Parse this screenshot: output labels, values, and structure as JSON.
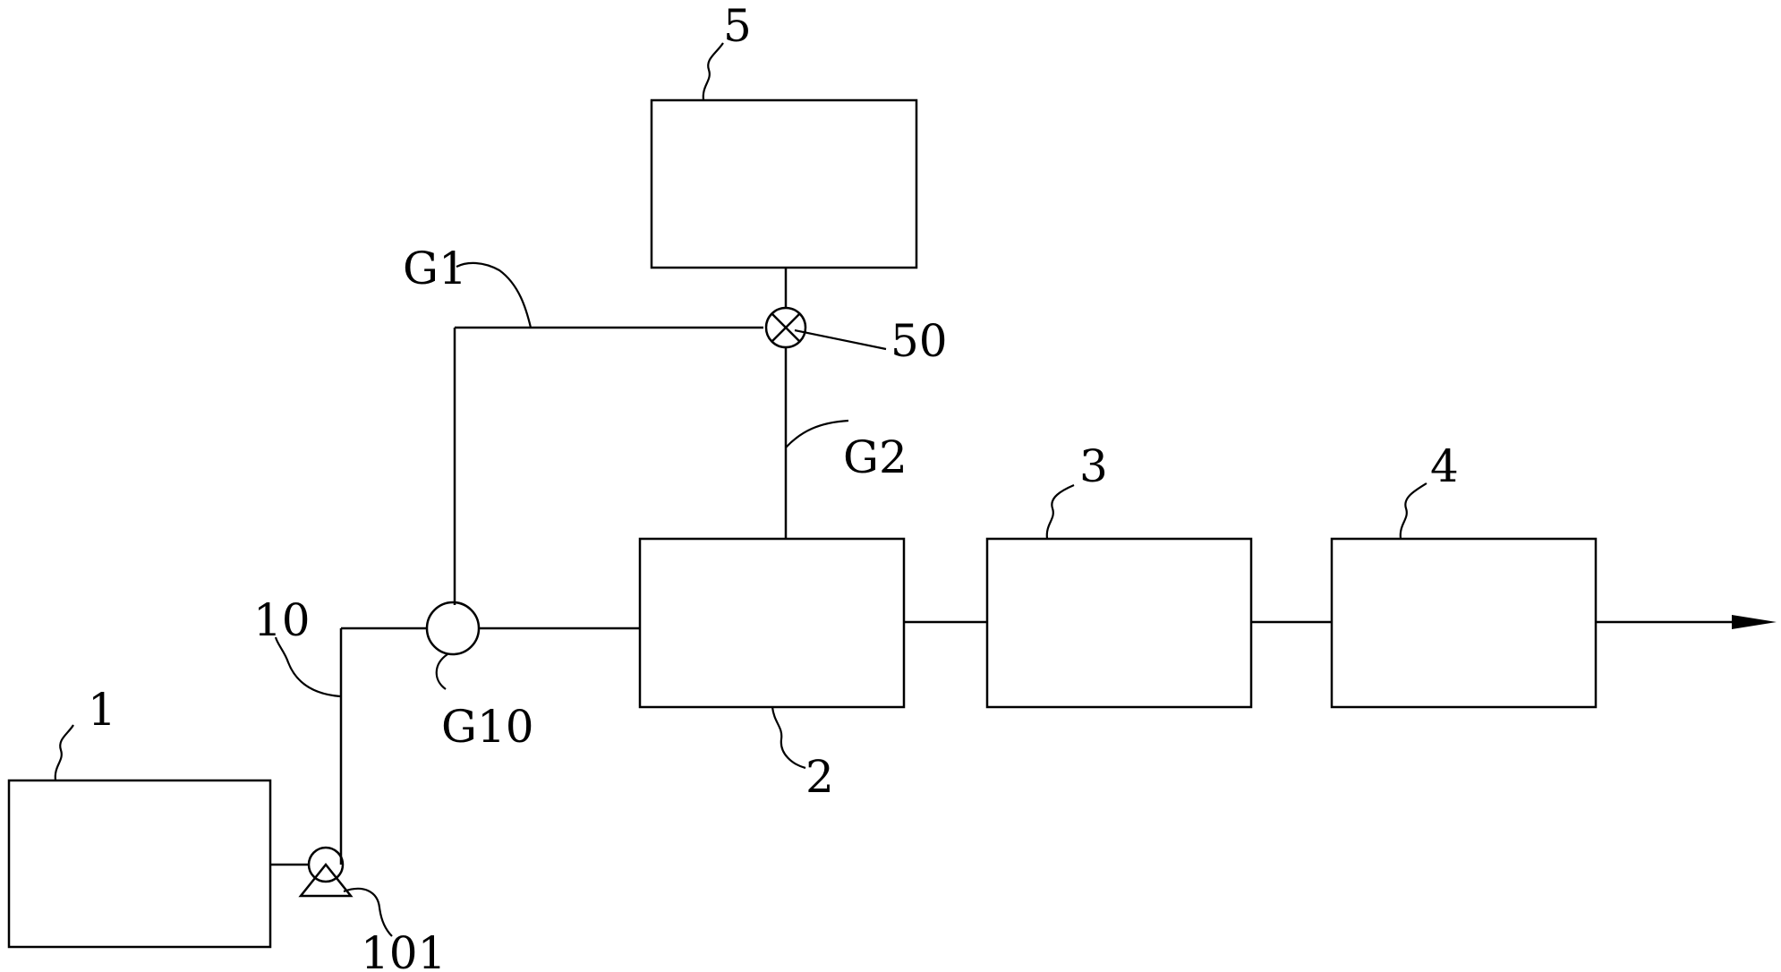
{
  "diagram": {
    "labels": {
      "unit_1": "1",
      "unit_2": "2",
      "unit_3": "3",
      "unit_4": "4",
      "unit_5": "5",
      "pipe_10": "10",
      "pump_101": "101",
      "pipe_g1": "G1",
      "pipe_g2": "G2",
      "valve_g10": "G10",
      "valve_50": "50"
    },
    "icons": {
      "pump": "pump-icon",
      "three_way_valve": "three-way-valve-icon",
      "valve": "crossed-valve-icon",
      "outlet_arrow": "arrow-right-icon"
    }
  }
}
